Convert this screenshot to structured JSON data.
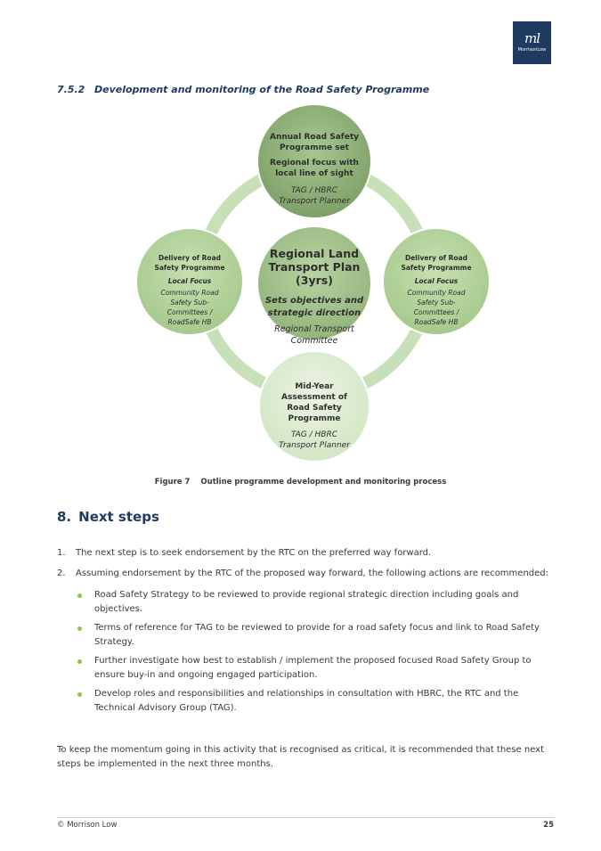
{
  "logo": {
    "mark": "ml",
    "word": "MorrisonLow"
  },
  "section": {
    "number": "7.5.2",
    "title": "Development and monitoring of the Road Safety Programme"
  },
  "diagram": {
    "center": {
      "lines": [
        "Regional Land",
        "Transport Plan",
        "(3yrs)"
      ],
      "sub": [
        "Sets objectives and",
        "strategic direction"
      ],
      "owner": [
        "Regional Transport",
        "Committee"
      ]
    },
    "top": {
      "title": [
        "Annual Road Safety",
        "Programme set"
      ],
      "sub": [
        "Regional focus with",
        "local line of sight"
      ],
      "owner": [
        "TAG / HBRC",
        "Transport Planner"
      ]
    },
    "left": {
      "title": [
        "Delivery of Road",
        "Safety Programme"
      ],
      "sub": [
        "Local Focus"
      ],
      "owner": [
        "Community Road",
        "Safety Sub-",
        "Committees /",
        "RoadSafe HB"
      ]
    },
    "right": {
      "title": [
        "Delivery of Road",
        "Safety Programme"
      ],
      "sub": [
        "Local Focus"
      ],
      "owner": [
        "Community Road",
        "Safety Sub-",
        "Committees /",
        "RoadSafe HB"
      ]
    },
    "bottom": {
      "title": [
        "Mid-Year",
        "Assessment of",
        "Road Safety",
        "Programme"
      ],
      "owner": [
        "TAG / HBRC",
        "Transport Planner"
      ]
    }
  },
  "figure": {
    "number": "Figure 7",
    "caption": "Outline programme development and monitoring process"
  },
  "heading": {
    "number": "8.",
    "title": "Next steps"
  },
  "steps": [
    {
      "n": "1.",
      "text": "The next step is to seek endorsement by the RTC on the preferred way forward."
    },
    {
      "n": "2.",
      "text": "Assuming endorsement by the RTC of the proposed way forward, the following actions are recommended:"
    }
  ],
  "actions": [
    "Road Safety Strategy to be reviewed to provide regional strategic direction including goals and objectives.",
    "Terms of reference for TAG to be reviewed to provide for a road safety focus and link to Road Safety Strategy.",
    "Further investigate how best to establish / implement the proposed focused Road Safety Group to ensure buy-in and ongoing engaged participation.",
    "Develop roles and responsibilities and relationships in consultation with HBRC, the RTC and the Technical Advisory Group (TAG)."
  ],
  "closing": "To keep the momentum going in this activity that is recognised as critical, it is recommended that these next steps be implemented in the next three months.",
  "footer": {
    "left": "© Morrison Low",
    "page": "25"
  },
  "colors": {
    "navy": "#1f3a5f",
    "bullet": "#8dc63f",
    "ring": "#c5dfb5",
    "circle_dark": "#8fb07a",
    "circle_mid": "#b6d39e",
    "circle_light": "#dcebcf"
  }
}
